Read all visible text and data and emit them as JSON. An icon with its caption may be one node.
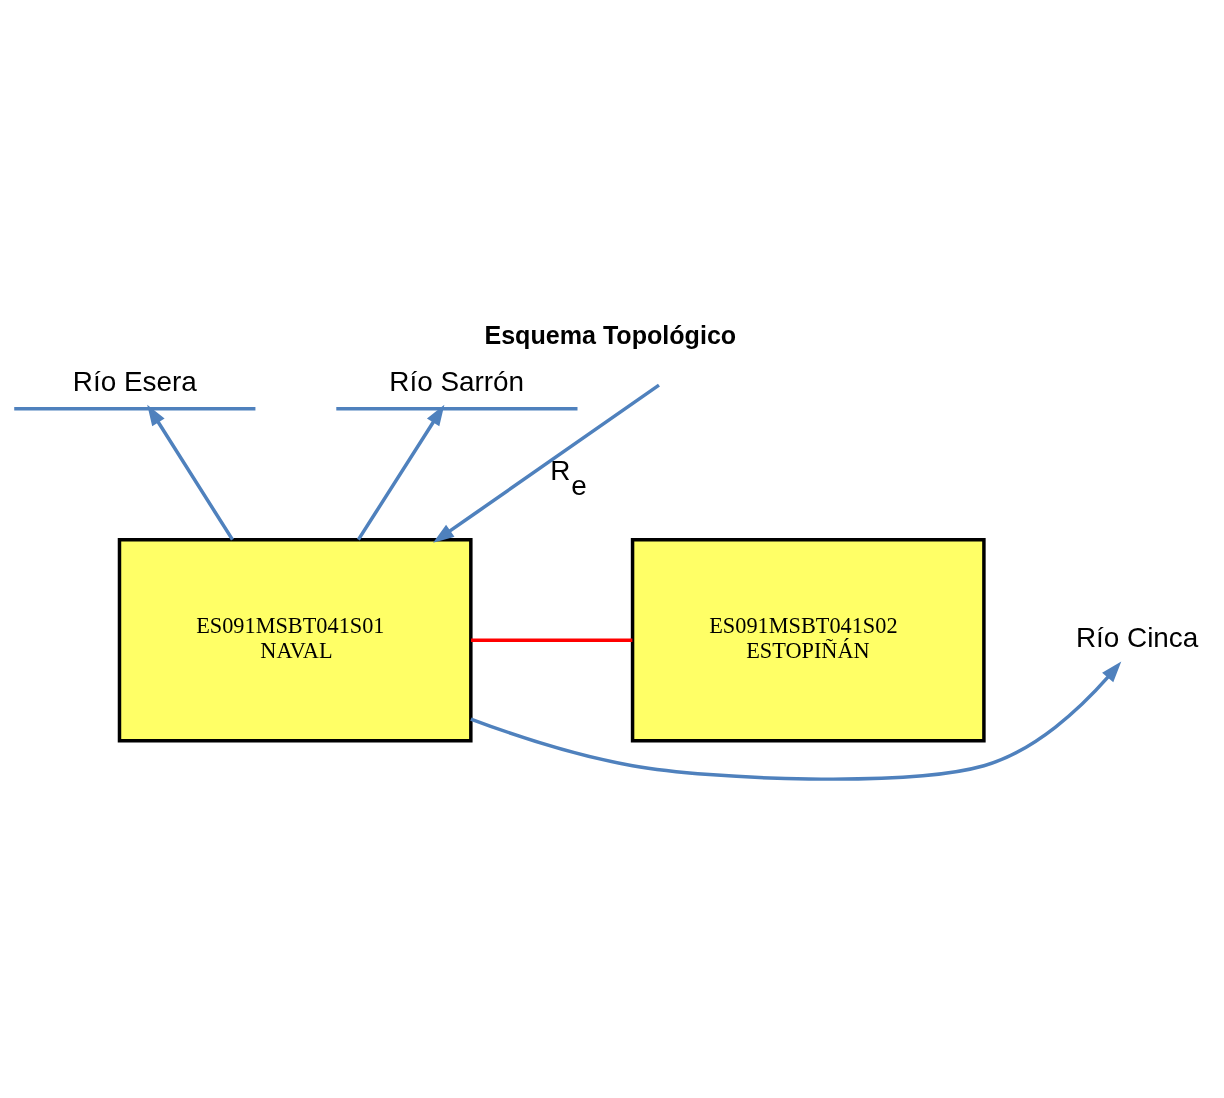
{
  "diagram": {
    "title": "Esquema Topológico",
    "nodes": [
      {
        "text": [
          "Río Esera"
        ]
      },
      {
        "text": [
          "Río Sarrón"
        ]
      },
      {
        "text": [
          "Río Cinca"
        ]
      },
      {
        "text": [
          "ES091MSBT041S01",
          "NAVAL"
        ]
      },
      {
        "text": [
          "ES091MSBT041S02",
          "ESTOPIÑÁN"
        ]
      }
    ],
    "edges": [
      {
        "from": 3,
        "to": 0,
        "arrow": "to"
      },
      {
        "from": 3,
        "to": 1,
        "arrow": "to"
      },
      {
        "from": null,
        "to": 3,
        "arrow": "to",
        "label": "R$_{e}$"
      },
      {
        "from": 3,
        "to": 2,
        "arrow": "to"
      },
      {
        "from": 3,
        "to": 4,
        "arrow": "none",
        "color": "#ff0000"
      }
    ]
  }
}
